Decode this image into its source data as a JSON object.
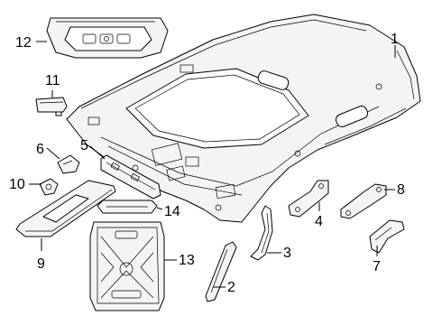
{
  "callouts": [
    {
      "id": "1",
      "text": "1"
    },
    {
      "id": "2",
      "text": "2"
    },
    {
      "id": "3",
      "text": "3"
    },
    {
      "id": "4",
      "text": "4"
    },
    {
      "id": "5",
      "text": "5"
    },
    {
      "id": "6",
      "text": "6"
    },
    {
      "id": "7",
      "text": "7"
    },
    {
      "id": "8",
      "text": "8"
    },
    {
      "id": "9",
      "text": "9"
    },
    {
      "id": "10",
      "text": "10"
    },
    {
      "id": "11",
      "text": "11"
    },
    {
      "id": "12",
      "text": "12"
    },
    {
      "id": "13",
      "text": "13"
    },
    {
      "id": "14",
      "text": "14"
    }
  ],
  "colors": {
    "line": "#000000",
    "fill": "#f4f4f4",
    "background": "#ffffff"
  }
}
